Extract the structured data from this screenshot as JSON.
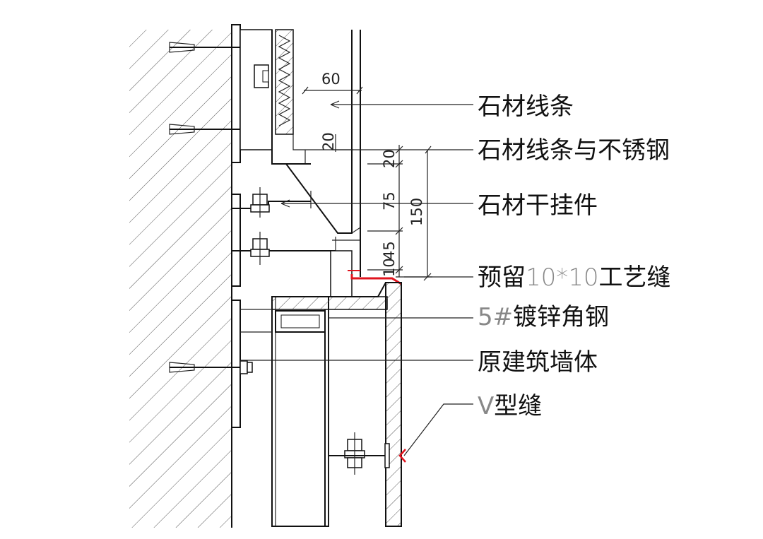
{
  "labels": {
    "stone_molding": "石材线条",
    "stone_molding_steel": "石材线条与不锈钢",
    "dry_hanger": "石材干挂件",
    "reserved_joint_prefix": "预留",
    "reserved_joint_size": "10*10",
    "reserved_joint_suffix": "工艺缝",
    "angle_prefix": "5#",
    "angle_suffix": "镀锌角钢",
    "wall": "原建筑墙体",
    "v_prefix": "V",
    "v_suffix": "型缝"
  },
  "dimensions": {
    "d60": "60",
    "d20a": "20",
    "d20b": "20",
    "d75": "75",
    "d150": "150",
    "d45": "45",
    "d10": "10"
  },
  "colors": {
    "line": "#111111",
    "accent_red": "#e0141e"
  }
}
